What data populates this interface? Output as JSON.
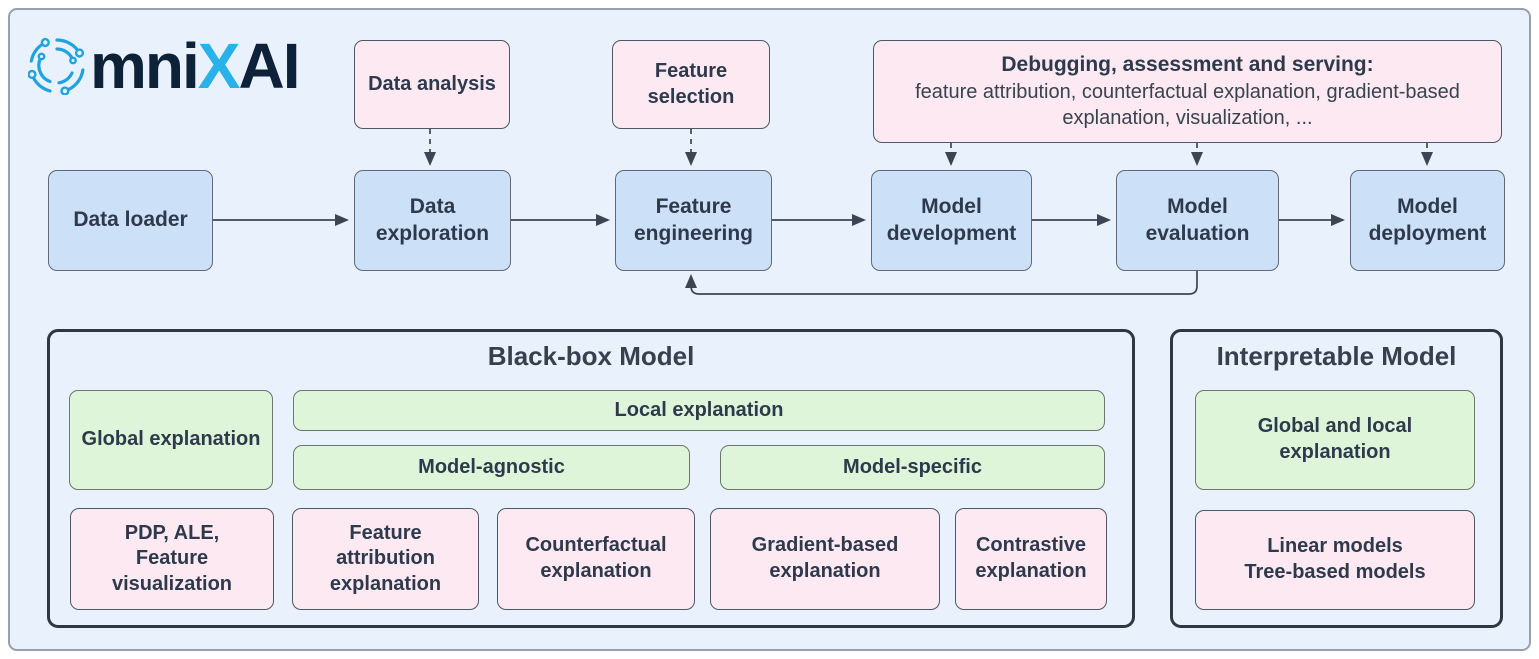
{
  "logo": {
    "mni": "mni",
    "x": "X",
    "ai": "AI"
  },
  "inputs": {
    "data_analysis": "Data analysis",
    "feature_selection": "Feature selection"
  },
  "debugging": {
    "title": "Debugging, assessment and serving:",
    "body": "feature attribution, counterfactual explanation, gradient-based explanation, visualization, ..."
  },
  "pipeline": {
    "stages": [
      {
        "label": "Data loader"
      },
      {
        "label": "Data exploration"
      },
      {
        "label": "Feature engineering"
      },
      {
        "label": "Model development"
      },
      {
        "label": "Model evaluation"
      },
      {
        "label": "Model deployment"
      }
    ]
  },
  "black_box": {
    "title": "Black-box Model",
    "global_explanation": "Global explanation",
    "local_explanation": "Local explanation",
    "model_agnostic": "Model-agnostic",
    "model_specific": "Model-specific",
    "methods": [
      {
        "label": "PDP, ALE, Feature visualization"
      },
      {
        "label": "Feature attribution explanation"
      },
      {
        "label": "Counterfactual explanation"
      },
      {
        "label": "Gradient-based explanation"
      },
      {
        "label": "Contrastive explanation"
      }
    ]
  },
  "interpretable": {
    "title": "Interpretable Model",
    "global_local": "Global and local explanation",
    "models": "Linear models\nTree-based models"
  },
  "colors": {
    "canvas_bg": "#e9f1fc",
    "blue_fill": "#cce0f8",
    "pink_fill": "#fce9f1",
    "green_fill": "#dff5da",
    "panel_border": "#2e3844",
    "arrow": "#3c4652",
    "text": "#2e3a4c",
    "logo_dark": "#0d2238",
    "logo_blue": "#29b2ea"
  }
}
